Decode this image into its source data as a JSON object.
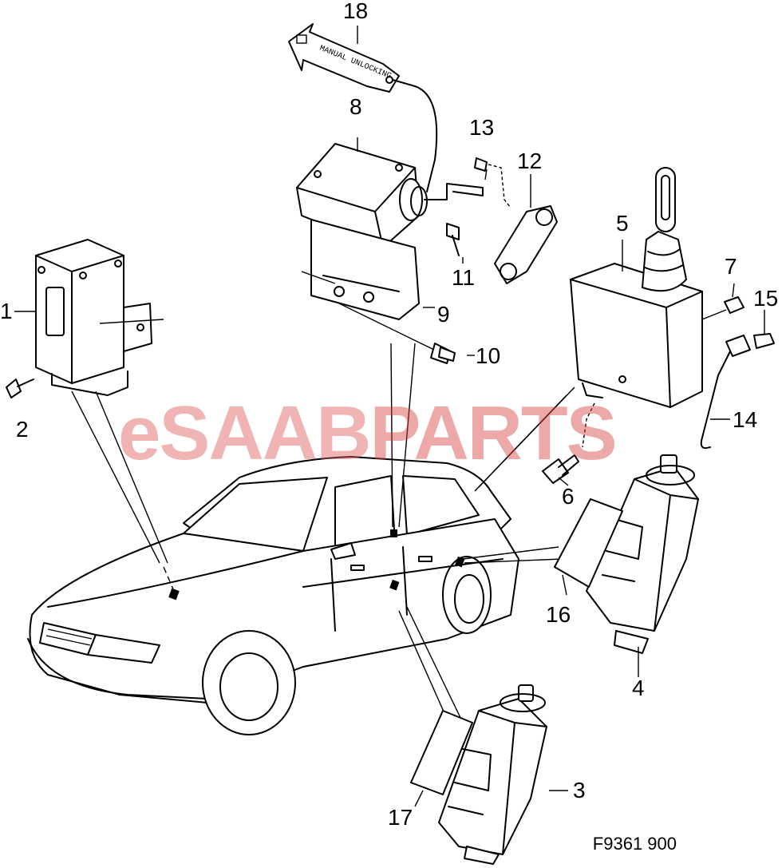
{
  "diagram": {
    "watermark": {
      "prefix": "eSAAB",
      "suffix": "PARTS",
      "prefix_color": "#e05a5a",
      "suffix_color": "#d94040"
    },
    "figure_code": "F9361 900",
    "tag_text": "MANUAL UNLOCKING",
    "callouts": [
      "1",
      "2",
      "3",
      "4",
      "5",
      "6",
      "7",
      "8",
      "9",
      "10",
      "11",
      "12",
      "13",
      "14",
      "15",
      "16",
      "17",
      "18"
    ]
  }
}
